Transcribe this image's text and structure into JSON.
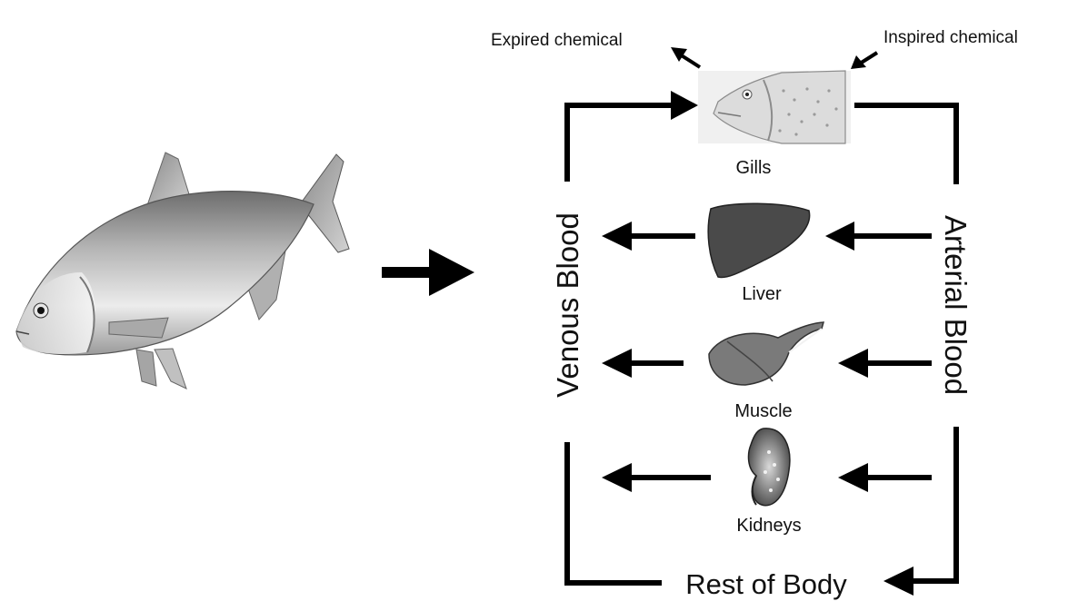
{
  "labels": {
    "expired": "Expired chemical",
    "inspired": "Inspired chemical",
    "gills": "Gills",
    "liver": "Liver",
    "muscle": "Muscle",
    "kidneys": "Kidneys",
    "venous": "Venous Blood",
    "arterial": "Arterial Blood",
    "rest": "Rest of Body"
  },
  "icons": {
    "whole_fish": "fish-icon",
    "gills": "fish-head-gills-icon",
    "liver": "liver-icon",
    "muscle": "muscle-icon",
    "kidneys": "kidney-icon"
  },
  "colors": {
    "line": "#000000",
    "background": "#ffffff",
    "liver": "#4a4a4a",
    "muscle": "#7a7a7a"
  }
}
